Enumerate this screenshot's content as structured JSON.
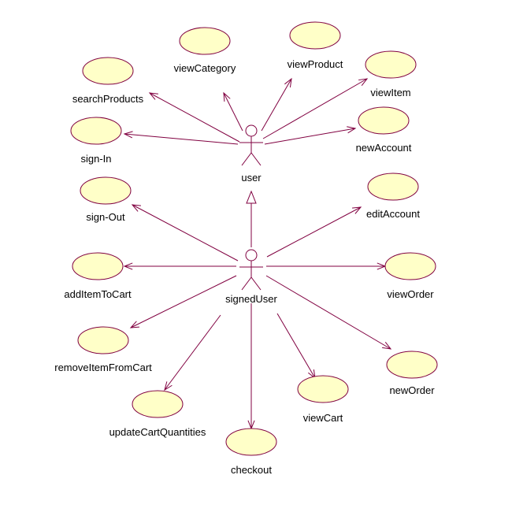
{
  "diagram": {
    "type": "UML use case diagram",
    "colors": {
      "line": "#800040",
      "use_case_fill": "#ffffc8",
      "background": "#ffffff",
      "text": "#000000"
    },
    "actors": [
      {
        "id": "user",
        "label": "user"
      },
      {
        "id": "signedUser",
        "label": "signedUser"
      }
    ],
    "generalizations": [
      {
        "from": "signedUser",
        "to": "user"
      }
    ],
    "use_cases": [
      {
        "id": "searchProducts",
        "label": "searchProducts",
        "actor": "user"
      },
      {
        "id": "viewCategory",
        "label": "viewCategory",
        "actor": "user"
      },
      {
        "id": "viewProduct",
        "label": "viewProduct",
        "actor": "user"
      },
      {
        "id": "viewItem",
        "label": "viewItem",
        "actor": "user"
      },
      {
        "id": "sign-In",
        "label": "sign-In",
        "actor": "user"
      },
      {
        "id": "newAccount",
        "label": "newAccount",
        "actor": "user"
      },
      {
        "id": "sign-Out",
        "label": "sign-Out",
        "actor": "signedUser"
      },
      {
        "id": "editAccount",
        "label": "editAccount",
        "actor": "signedUser"
      },
      {
        "id": "addItemToCart",
        "label": "addItemToCart",
        "actor": "signedUser"
      },
      {
        "id": "viewOrder",
        "label": "viewOrder",
        "actor": "signedUser"
      },
      {
        "id": "removeItemFromCart",
        "label": "removeItemFromCart",
        "actor": "signedUser"
      },
      {
        "id": "newOrder",
        "label": "newOrder",
        "actor": "signedUser"
      },
      {
        "id": "updateCartQuantities",
        "label": "updateCartQuantities",
        "actor": "signedUser"
      },
      {
        "id": "viewCart",
        "label": "viewCart",
        "actor": "signedUser"
      },
      {
        "id": "checkout",
        "label": "checkout",
        "actor": "signedUser"
      }
    ]
  }
}
